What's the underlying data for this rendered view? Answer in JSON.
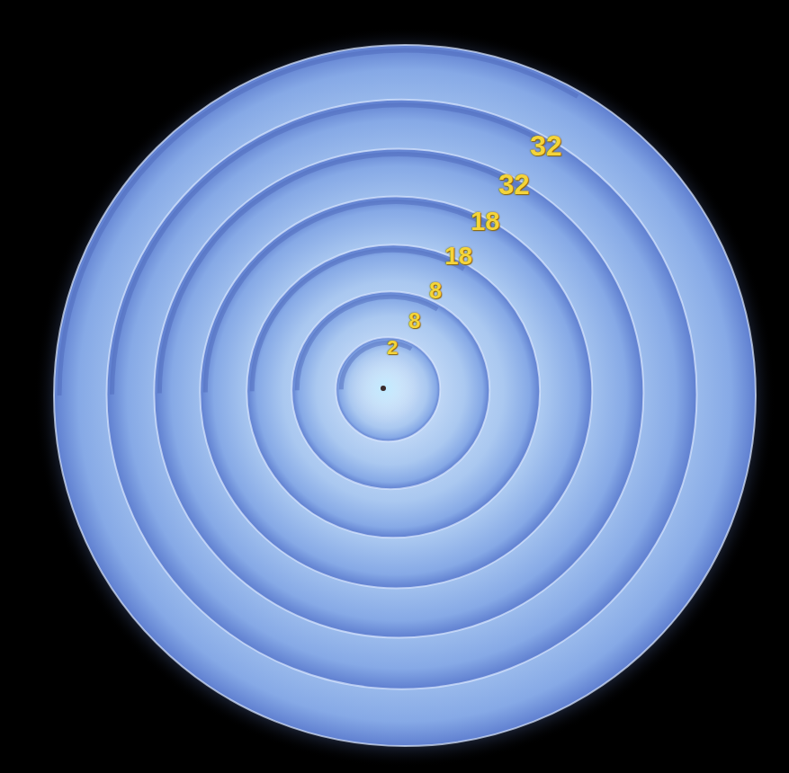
{
  "diagram": {
    "labels": [
      "2",
      "8",
      "8",
      "18",
      "18",
      "32",
      "32"
    ]
  }
}
